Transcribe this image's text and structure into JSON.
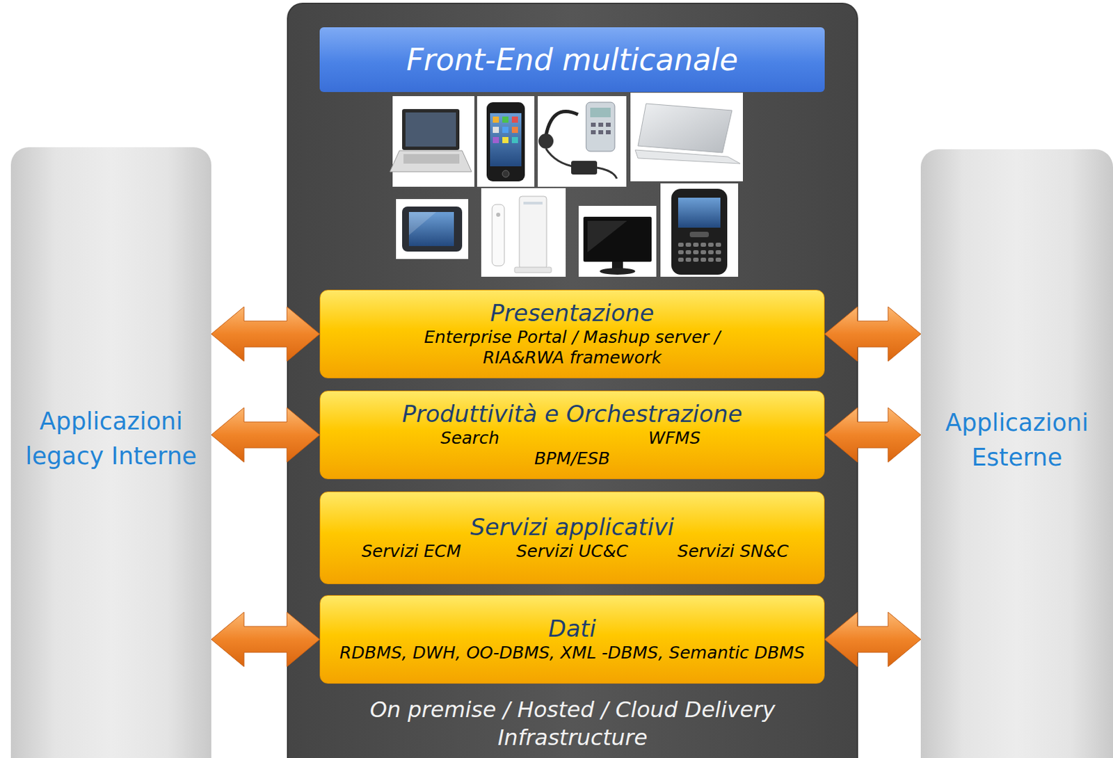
{
  "diagram": {
    "nodes": [
      {
        "text": [
          "Applicazioni legacy Interne"
        ]
      },
      {
        "text": [
          "On premise / Hosted / Cloud Delivery Infrastructure"
        ]
      },
      {
        "text": [
          "Front-End multicanale"
        ],
        "in": 1
      },
      {
        "text": [
          "Presentazione",
          "Enterprise Portal / Mashup server / RIA&RWA framework"
        ],
        "in": 1
      },
      {
        "text": [
          "Produttività e Orchestrazione",
          "Search",
          "WFMS",
          "BPM/ESB"
        ],
        "in": 1
      },
      {
        "text": [
          "Servizi applicativi",
          "Servizi ECM",
          "Servizi UC&C",
          "Servizi SN&C"
        ],
        "in": 1
      },
      {
        "text": [
          "Dati",
          "RDBMS, DWH, OO-DBMS, XML -DBMS, Semantic DBMS"
        ],
        "in": 1
      },
      {
        "text": [
          "Applicazioni Esterne"
        ]
      }
    ],
    "edges": [
      {
        "from": 0,
        "to": 3,
        "arrow": "both"
      },
      {
        "from": 0,
        "to": 4,
        "arrow": "both"
      },
      {
        "from": 0,
        "to": 6,
        "arrow": "both"
      },
      {
        "from": 7,
        "to": 3,
        "arrow": "both"
      },
      {
        "from": 7,
        "to": 4,
        "arrow": "both"
      },
      {
        "from": 7,
        "to": 6,
        "arrow": "both"
      }
    ]
  }
}
